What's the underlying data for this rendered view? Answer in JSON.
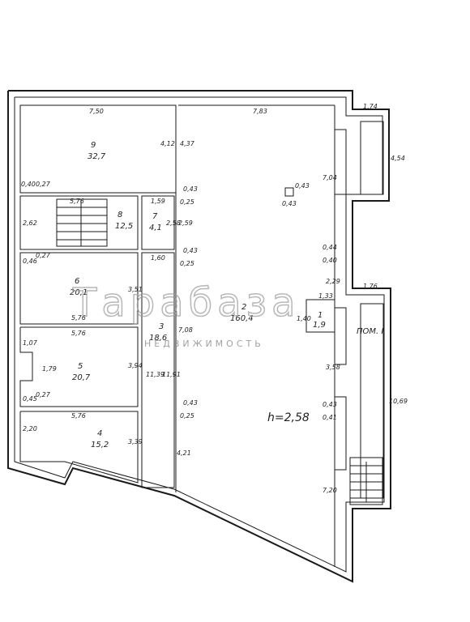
{
  "rooms": [
    {
      "id": "9",
      "area": "32,7"
    },
    {
      "id": "8",
      "area": "12,5"
    },
    {
      "id": "7",
      "area": "4,1"
    },
    {
      "id": "6",
      "area": "20,1"
    },
    {
      "id": "5",
      "area": "20,7"
    },
    {
      "id": "4",
      "area": "15,2"
    },
    {
      "id": "3",
      "area": "18,6"
    },
    {
      "id": "2",
      "area": "160,4"
    },
    {
      "id": "1",
      "area": "1,9"
    }
  ],
  "labels": {
    "height": "h=2,58",
    "pom": "ПОМ. I",
    "col_top": "0,43",
    "col_bottom": "0,43"
  },
  "dims": {
    "d750": "7,50",
    "d783": "7,83",
    "d174": "1,74",
    "d454": "4,54",
    "d412": "4,12",
    "d437": "4,37",
    "d040": "0,40",
    "d027a": "0,27",
    "d043a": "0,43",
    "d025a": "0,25",
    "d704": "7,04",
    "d576a": "5,76",
    "d159": "1,59",
    "d262": "2,62",
    "d258": "2,58",
    "d259": "2,59",
    "d044": "0,44",
    "d040b": "0,40",
    "d046": "0,46",
    "d027b": "0,27",
    "d160": "1,60",
    "d043b": "0,43",
    "d025b": "0,25",
    "d229": "2,29",
    "d176": "1,76",
    "d351": "3,51",
    "d576b": "5,76",
    "d133": "1,33",
    "d140": "1,40",
    "d708": "7,08",
    "d576c": "5,76",
    "d107": "1,07",
    "d179": "1,79",
    "d394": "3,94",
    "d1139": "11,39",
    "d1191": "11,91",
    "d358": "3,58",
    "d1069": "10,69",
    "d045": "0,45",
    "d027c": "0,27",
    "d043c": "0,43",
    "d025c": "0,25",
    "d043d": "0,43",
    "d041": "0,41",
    "d576d": "5,76",
    "d220a": "2,20",
    "d339": "3,39",
    "d421": "4,21",
    "d220b": "7,20"
  },
  "watermark": {
    "logo": "Тарабаза",
    "sub": "НЕДВИЖИМОСТЬ"
  }
}
